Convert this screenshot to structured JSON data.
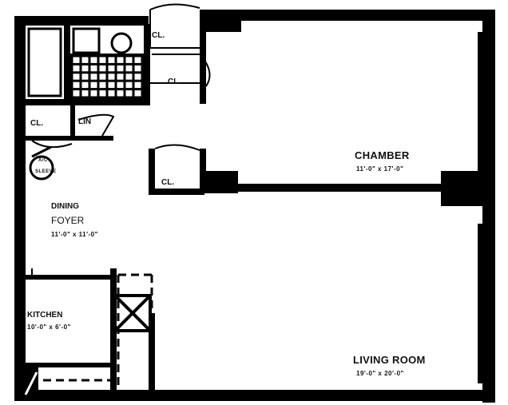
{
  "plan": {
    "rooms": {
      "chamber": {
        "name": "CHAMBER",
        "dims": "11'-0\" x 17'-0\""
      },
      "living_room": {
        "name": "LIVING ROOM",
        "dims": "19'-0\" x 20'-0\""
      },
      "dining_foyer": {
        "name_line1": "DINING",
        "name_line2": "FOYER",
        "dims": "11'-0\" x 11'-0\""
      },
      "kitchen": {
        "name": "KITCHEN",
        "dims": "10'-0\" x 6'-0\""
      }
    },
    "closets": {
      "cl_bath": "CL.",
      "cl_hall": "CL.",
      "lin": "LIN",
      "cl_left": "CL.",
      "cl_chamber": "CL."
    },
    "fixtures": {
      "ac": "A/C",
      "ac_unit": "SLEEVE"
    },
    "colors": {
      "wall": "#000000",
      "background": "#ffffff"
    }
  }
}
